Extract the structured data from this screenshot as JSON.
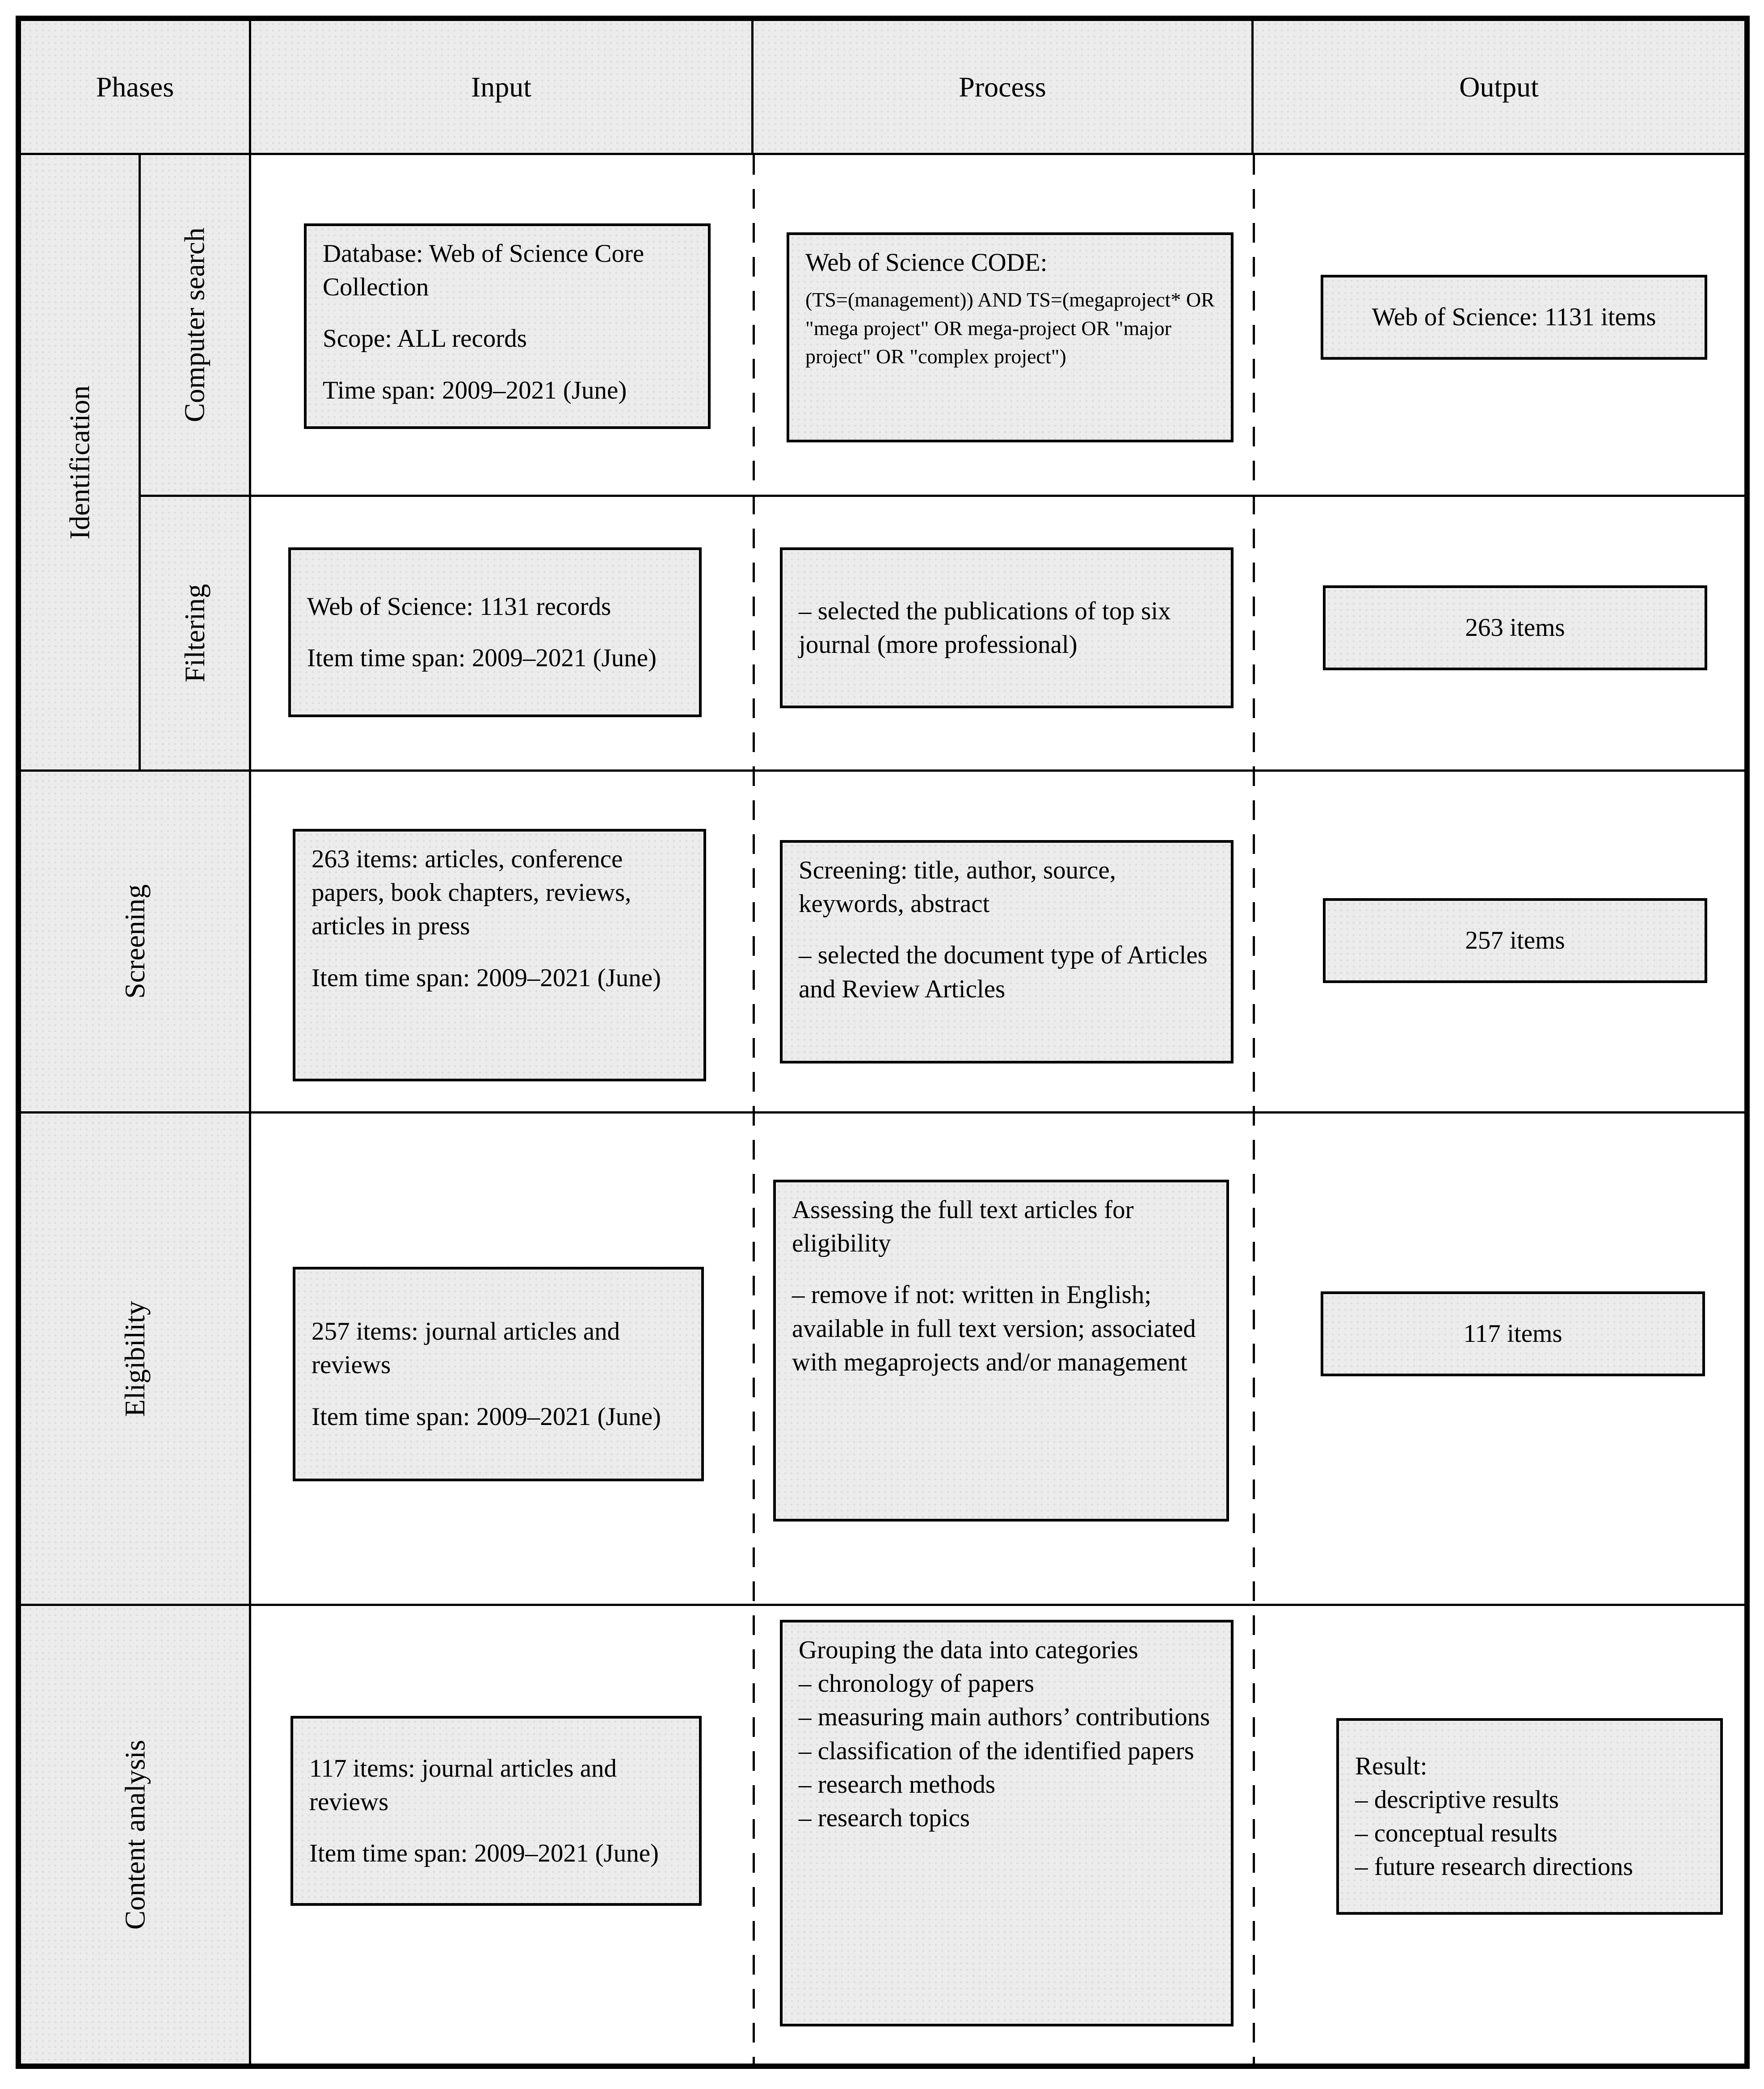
{
  "header": {
    "phases": "Phases",
    "input": "Input",
    "process": "Process",
    "output": "Output"
  },
  "phase_labels": {
    "identification": "Identification",
    "computer_search": "Computer search",
    "filtering": "Filtering",
    "screening": "Screening",
    "eligibility": "Eligibility",
    "content_analysis": "Content analysis"
  },
  "rows": {
    "computer_search": {
      "input": {
        "p1": "Database: Web of Science Core Collection",
        "p2": "Scope: ALL records",
        "p3": "Time span: 2009–2021 (June)"
      },
      "process": {
        "title": "Web of Science CODE:",
        "code": "(TS=(management)) AND TS=(megaproject* OR \"mega project\" OR mega-project OR \"major project\" OR \"complex project\")"
      },
      "output": {
        "text": "Web of Science: 1131 items"
      }
    },
    "filtering": {
      "input": {
        "p1": "Web of Science: 1131 records",
        "p2": "Item time span: 2009–2021 (June)"
      },
      "process": {
        "p1": "– selected the publications of top six journal (more professional)"
      },
      "output": {
        "text": "263 items"
      }
    },
    "screening": {
      "input": {
        "p1": "263 items: articles, conference papers, book chapters, reviews, articles in press",
        "p2": "Item time span: 2009–2021 (June)"
      },
      "process": {
        "p1": "Screening: title, author, source, keywords, abstract",
        "p2": "– selected the document type of Articles and Review Articles"
      },
      "output": {
        "text": "257 items"
      }
    },
    "eligibility": {
      "input": {
        "p1": "257 items: journal articles and reviews",
        "p2": "Item time span: 2009–2021 (June)"
      },
      "process": {
        "p1": "Assessing the full text articles for eligibility",
        "p2": "– remove if not: written in English; available in full text version; associated with megaprojects and/or management"
      },
      "output": {
        "text": "117 items"
      }
    },
    "content_analysis": {
      "input": {
        "p1": "117 items: journal articles and reviews",
        "p2": "Item time span: 2009–2021 (June)"
      },
      "process": {
        "title": "Grouping the data into categories",
        "items": [
          "– chronology of papers",
          "– measuring main authors’ contributions",
          "– classification of the identified papers",
          "– research methods",
          "– research topics"
        ]
      },
      "output": {
        "title": "Result:",
        "items": [
          "– descriptive results",
          "– conceptual results",
          "– future research directions"
        ]
      }
    }
  }
}
